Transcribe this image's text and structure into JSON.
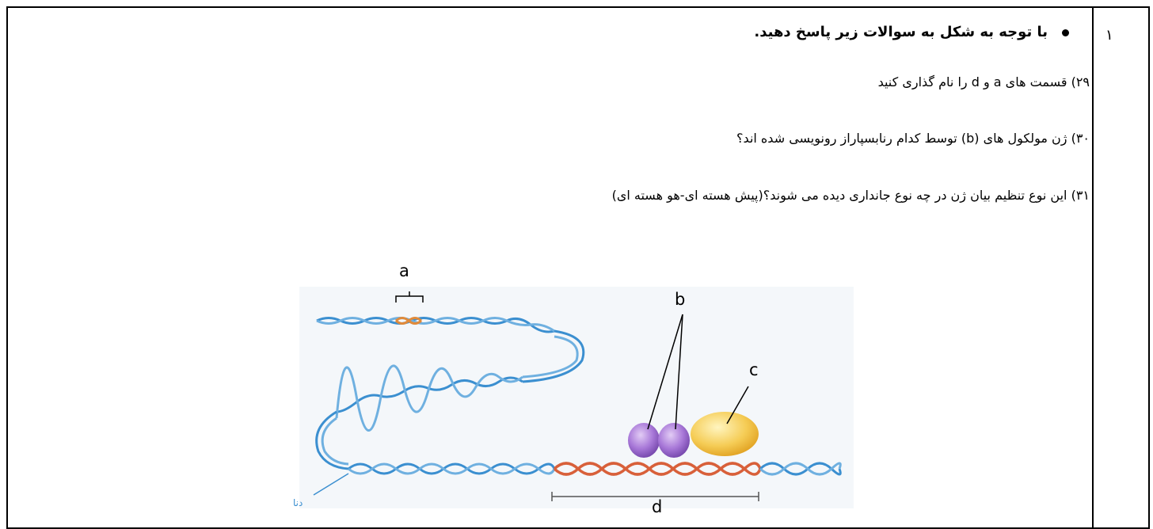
{
  "question_number": "١",
  "heading": "با توجه به شکل به سوالات زیر پاسخ دهید.",
  "questions": [
    "۲۹) قسمت های a و d را نام گذاری کنید",
    "۳۰) ژن مولکول های (b) توسط کدام رنابسپاراز رونویسی شده اند؟",
    "۳۱) این نوع تنظیم بیان ژن در چه نوع جانداری دیده می شوند؟(پیش هسته ای-هو هسته ای)"
  ],
  "figure": {
    "label_a": "a",
    "label_b": "b",
    "label_c": "c",
    "label_d": "d",
    "dna_label": "دنا"
  },
  "colors": {
    "dna_blue": "#3b8fd0",
    "gene_orange": "#d8603a",
    "protein_purple": "#a070d0",
    "protein_yellow": "#f0c040"
  }
}
